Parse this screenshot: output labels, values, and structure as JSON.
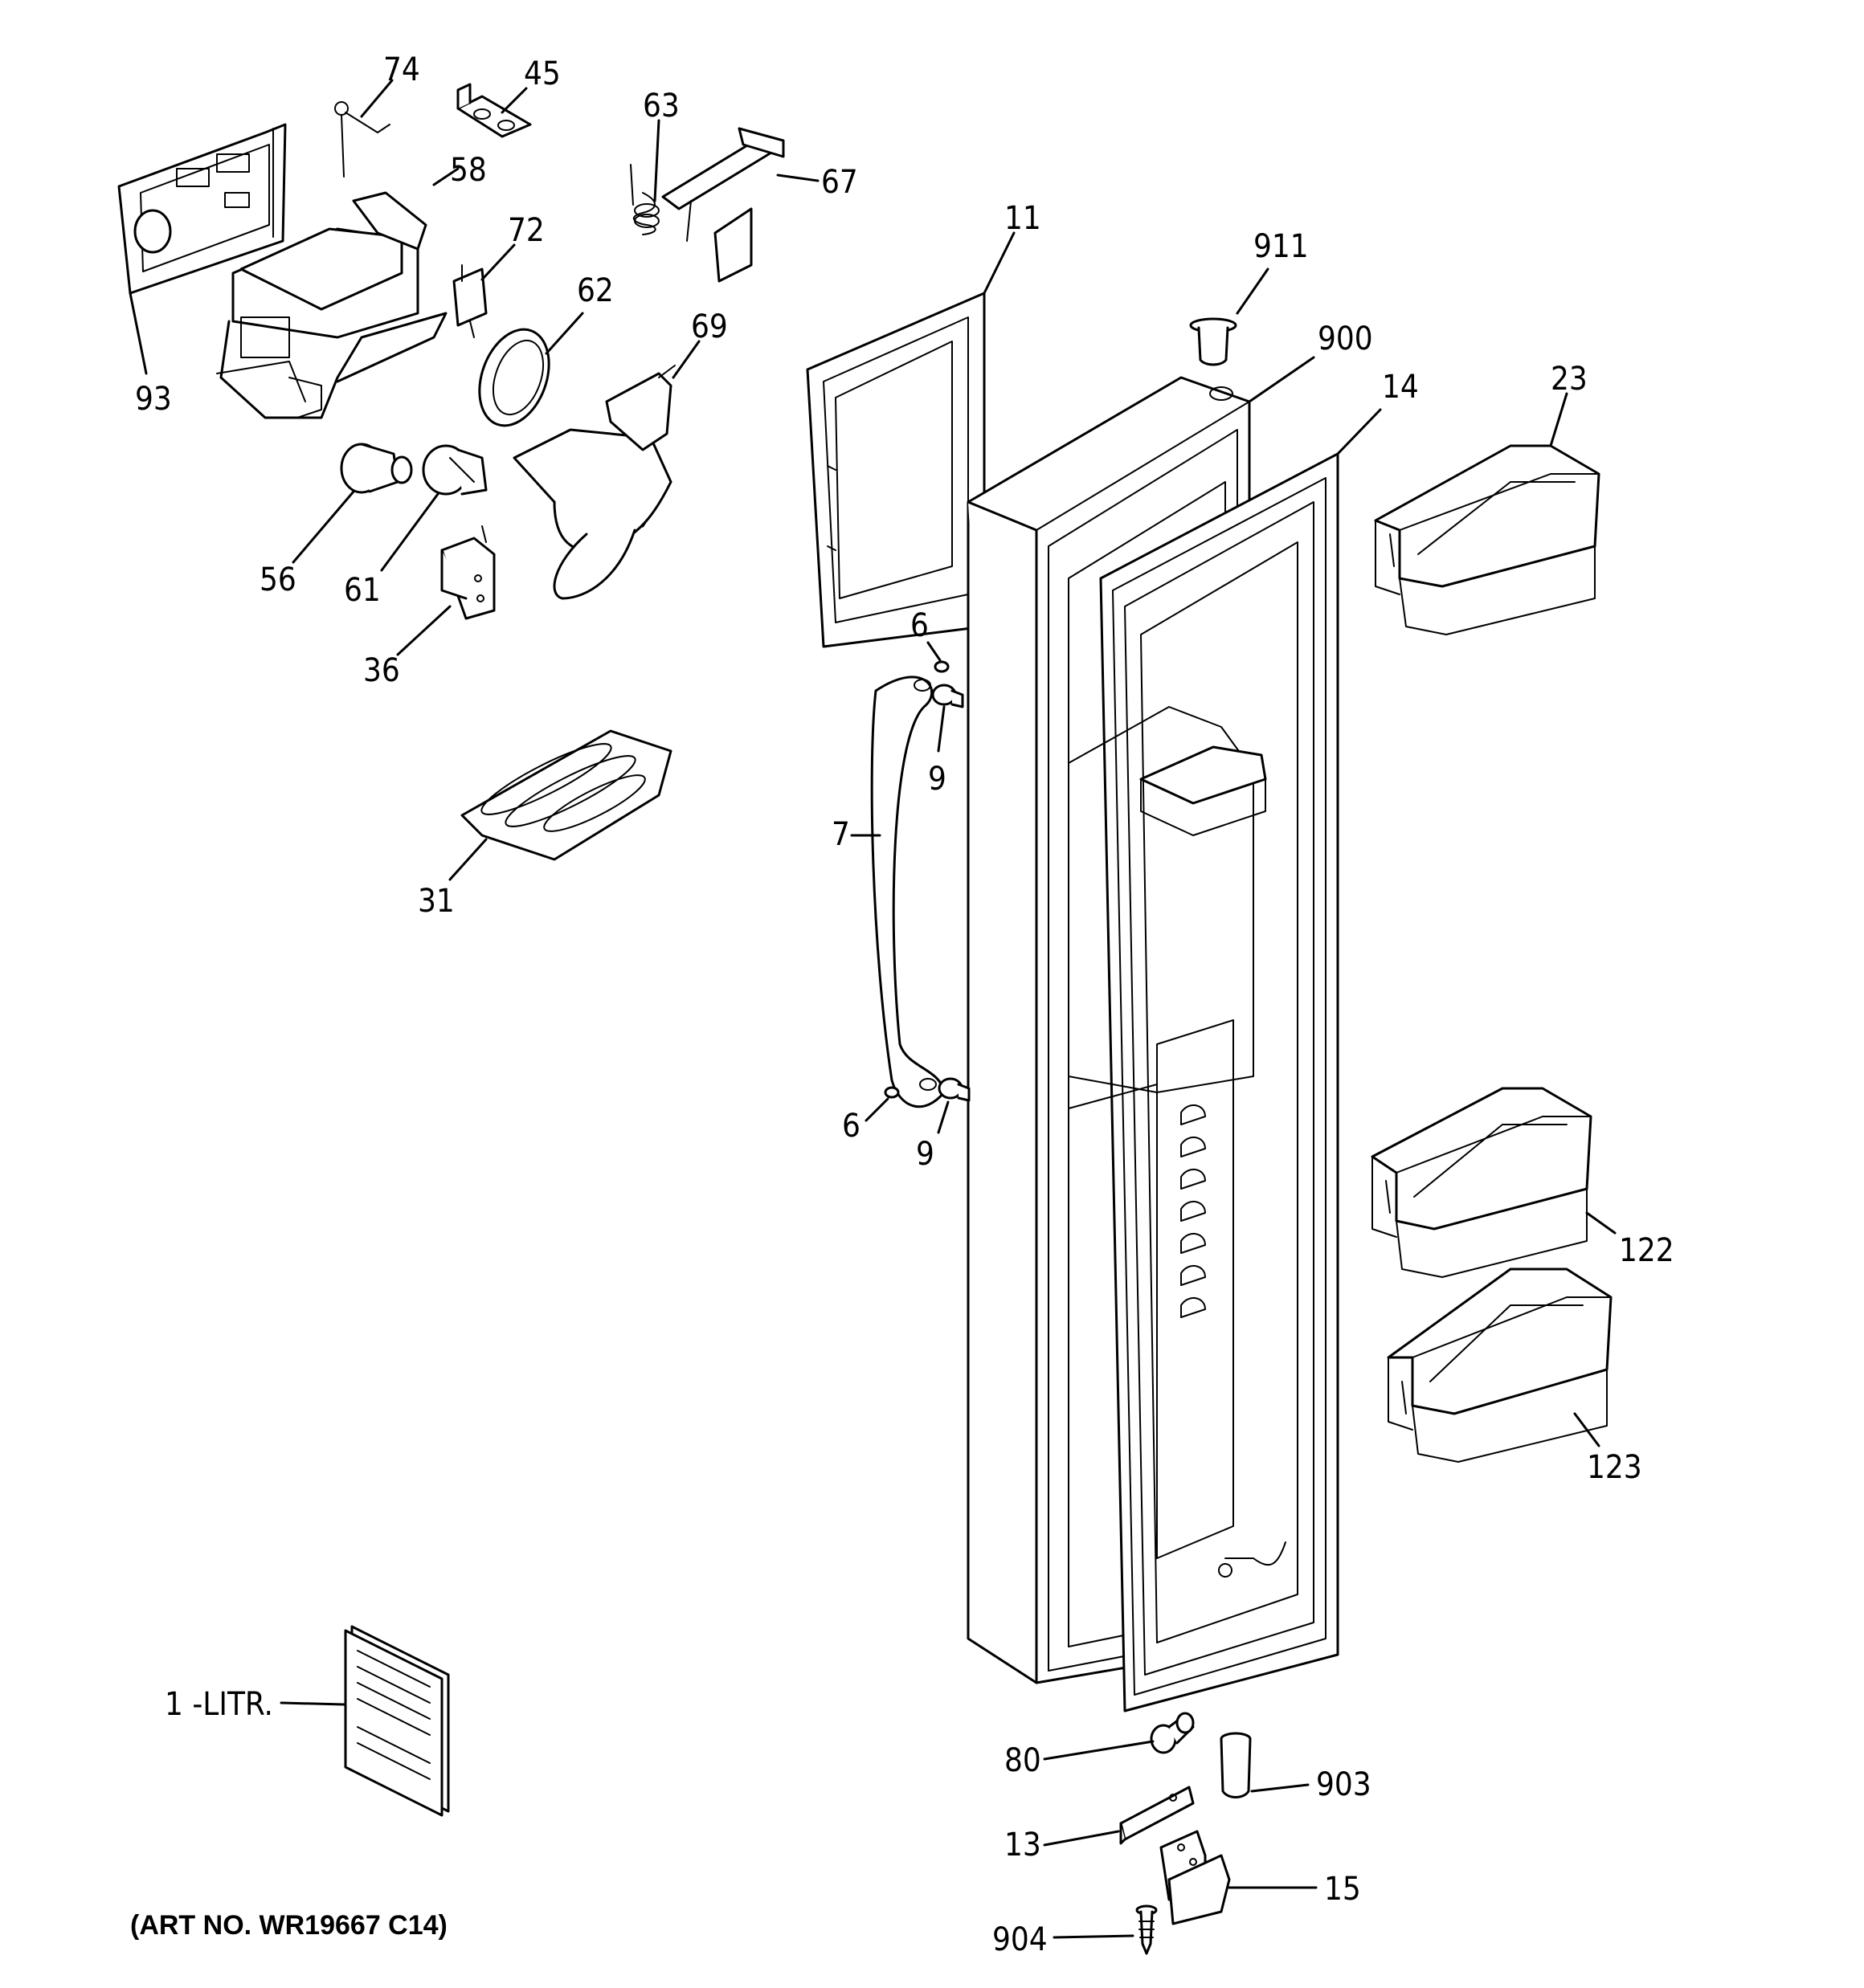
{
  "labels": {
    "p74": "74",
    "p45": "45",
    "p63": "63",
    "p67": "67",
    "p58": "58",
    "p72": "72",
    "p62": "62",
    "p69": "69",
    "p93": "93",
    "p56": "56",
    "p61": "61",
    "p36": "36",
    "p31": "31",
    "p11": "11",
    "p911": "911",
    "p900": "900",
    "p14": "14",
    "p23": "23",
    "p6a": "6",
    "p9a": "9",
    "p7": "7",
    "p6b": "6",
    "p9b": "9",
    "p122": "122",
    "p123": "123",
    "litr": "1 -LITR.",
    "p80": "80",
    "p903": "903",
    "p13": "13",
    "p15": "15",
    "p904": "904"
  },
  "art_note": "(ART NO. WR19667 C14)"
}
